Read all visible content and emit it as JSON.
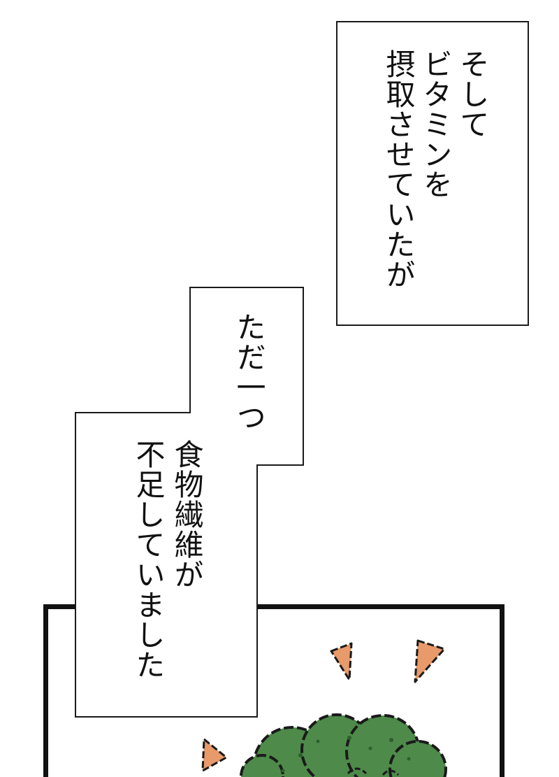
{
  "caption_1": {
    "lines": [
      "そして",
      "ビタミンを",
      "摂取させていたが"
    ]
  },
  "caption_2": {
    "lines": [
      "ただ一つ",
      "食物繊維が",
      "不足していました"
    ]
  },
  "colors": {
    "background": "#ffffff",
    "frame": "#111111",
    "broccoli_green": "#4e8a4a",
    "broccoli_dark": "#2f5e2e",
    "accent_orange": "#e89a6a"
  }
}
